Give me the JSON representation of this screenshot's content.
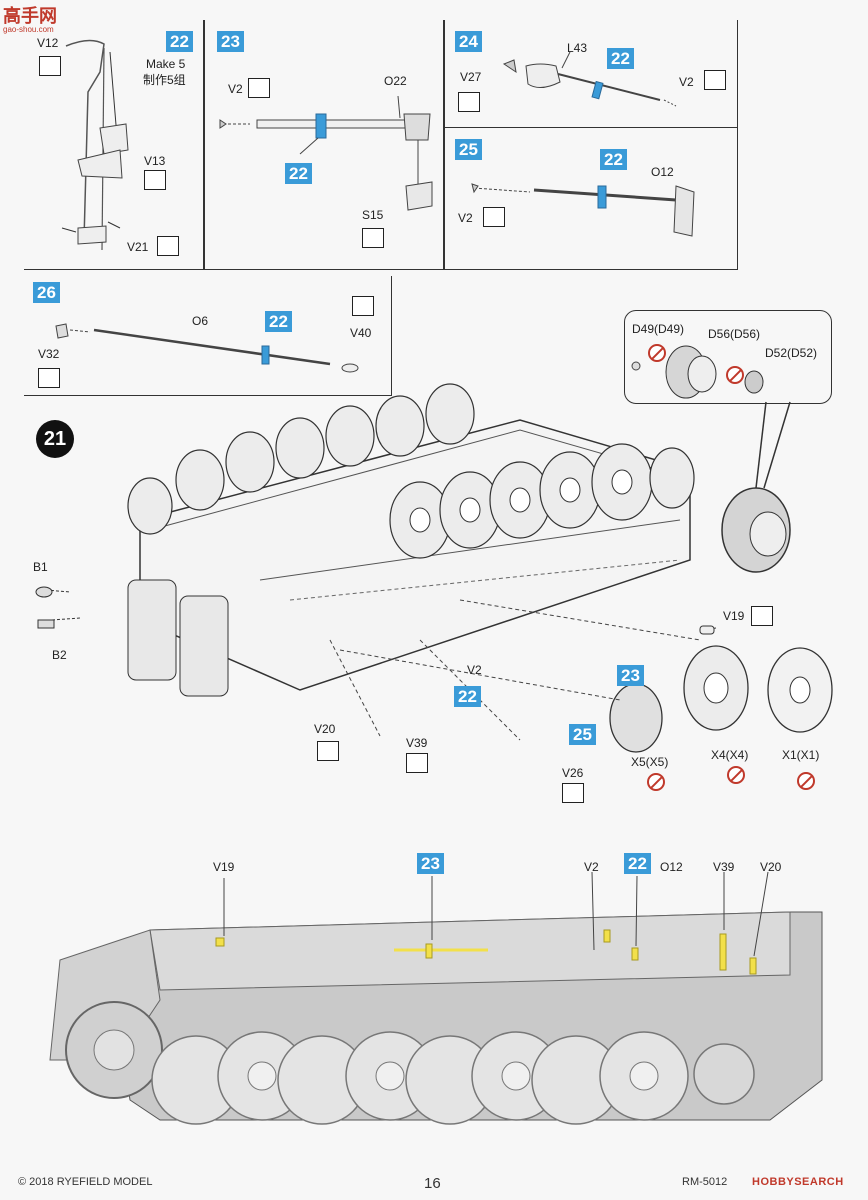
{
  "logo": {
    "text": "高手网",
    "sub": "gao-shou.com"
  },
  "steps": {
    "s22": {
      "num": "22",
      "make_en": "Make 5",
      "make_cn": "制作5组",
      "parts": [
        "V12",
        "V13",
        "V21"
      ]
    },
    "s23": {
      "num": "23",
      "parts": [
        "V2",
        "O22",
        "S15"
      ],
      "ref": "22"
    },
    "s24": {
      "num": "24",
      "parts": [
        "L43",
        "V27",
        "V2"
      ],
      "ref": "22"
    },
    "s25": {
      "num": "25",
      "parts": [
        "O12",
        "V2"
      ],
      "ref": "22"
    },
    "s26": {
      "num": "26",
      "parts": [
        "O6",
        "V32",
        "V40"
      ],
      "ref": "22"
    },
    "s21": {
      "num": "21",
      "parts": [
        "B1",
        "B2",
        "V20",
        "V39",
        "V26",
        "V19",
        "V2"
      ],
      "wheels": [
        "X5(X5)",
        "X4(X4)",
        "X1(X1)"
      ],
      "refs": [
        "23",
        "22",
        "25"
      ],
      "callout": [
        "D49(D49)",
        "D56(D56)",
        "D52(D52)"
      ]
    },
    "side": {
      "labels": [
        "V19",
        "V2",
        "O12",
        "V39",
        "V20"
      ],
      "refs": [
        "23",
        "22"
      ]
    }
  },
  "footer": {
    "copyright": "© 2018 RYEFIELD MODEL",
    "page": "16",
    "code": "RM-5012",
    "watermark": "HOBBYSEARCH"
  },
  "colors": {
    "step_blue": "#3a9bd8",
    "no_cement_red": "#c0392b",
    "highlight_yellow": "#f2e04a"
  }
}
